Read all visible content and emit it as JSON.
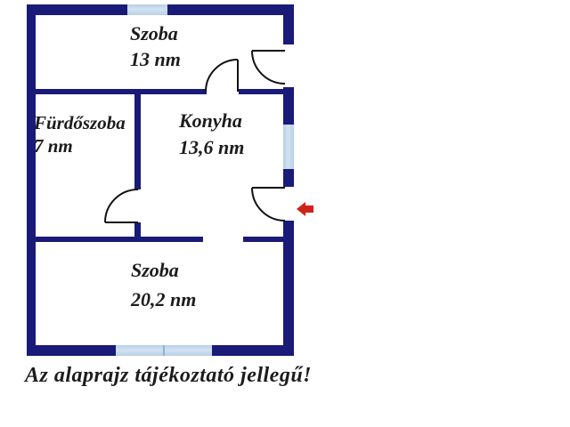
{
  "rooms": [
    {
      "name": "Szoba",
      "area": "13 nm"
    },
    {
      "name": "Fürdőszoba",
      "area": "7 nm"
    },
    {
      "name": "Konyha",
      "area": "13,6 nm"
    },
    {
      "name": "Szoba",
      "area": "20,2 nm"
    }
  ],
  "caption": "Az alaprajz tájékoztató jellegű!",
  "colors": {
    "wall": "#1a1a78",
    "window": "#b8d0e6",
    "window_light": "#d2e2f2",
    "window_divider": "#8fb2d0",
    "door_line": "#111111",
    "arrow": "#cf2318",
    "text": "#1c1c1c",
    "background": "#ffffff"
  },
  "icons": {
    "entrance_arrow": "left-arrow"
  }
}
